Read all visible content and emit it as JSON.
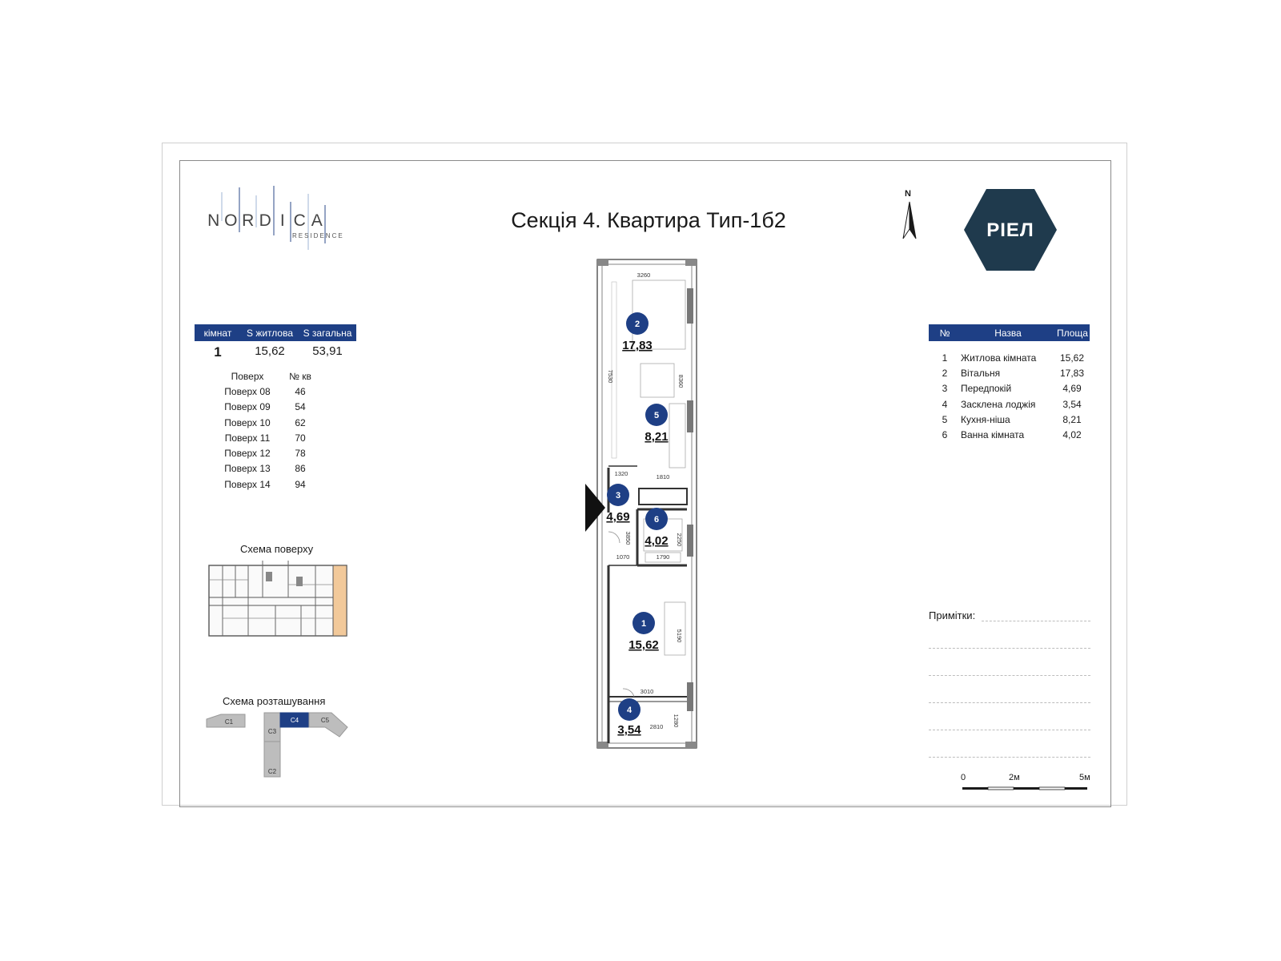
{
  "title": "Секція 4. Квартира Тип-1б2",
  "logo": {
    "letters": [
      "N",
      "O",
      "R",
      "D",
      "I",
      "C",
      "A"
    ],
    "subtitle": "RESIDENCE"
  },
  "compass": {
    "label": "N"
  },
  "developer": {
    "name": "РІЕЛ",
    "color": "#1f3a4d"
  },
  "summary": {
    "headers": [
      "кімнат",
      "S житлова",
      "S загальна"
    ],
    "values": [
      "1",
      "15,62",
      "53,91"
    ]
  },
  "floors": {
    "headers": [
      "Поверх",
      "№ кв"
    ],
    "rows": [
      [
        "Поверх 08",
        "46"
      ],
      [
        "Поверх 09",
        "54"
      ],
      [
        "Поверх 10",
        "62"
      ],
      [
        "Поверх 11",
        "70"
      ],
      [
        "Поверх 12",
        "78"
      ],
      [
        "Поверх 13",
        "86"
      ],
      [
        "Поверх 14",
        "94"
      ]
    ]
  },
  "floor_scheme": {
    "caption": "Схема поверху",
    "highlight_color": "#f2c99a"
  },
  "location_scheme": {
    "caption": "Схема розташування",
    "sections": [
      "С1",
      "С2",
      "С3",
      "С4",
      "С5"
    ],
    "active": "С4"
  },
  "rooms": {
    "headers": [
      "№",
      "Назва",
      "Площа"
    ],
    "rows": [
      [
        "1",
        "Житлова кімната",
        "15,62"
      ],
      [
        "2",
        "Вітальня",
        "17,83"
      ],
      [
        "3",
        "Передпокій",
        "4,69"
      ],
      [
        "4",
        "Засклена лоджія",
        "3,54"
      ],
      [
        "5",
        "Кухня-ніша",
        "8,21"
      ],
      [
        "6",
        "Ванна кімната",
        "4,02"
      ]
    ]
  },
  "notes": {
    "label": "Примітки:"
  },
  "scale": {
    "labels": [
      "0",
      "2м",
      "5м"
    ]
  },
  "plan": {
    "accent": "#1e3f85",
    "markers": [
      {
        "num": "2",
        "area": "17,83"
      },
      {
        "num": "5",
        "area": "8,21"
      },
      {
        "num": "3",
        "area": "4,69"
      },
      {
        "num": "6",
        "area": "4,02"
      },
      {
        "num": "1",
        "area": "15,62"
      },
      {
        "num": "4",
        "area": "3,54"
      }
    ],
    "dimensions": [
      "3260",
      "7530",
      "8360",
      "1320",
      "1810",
      "3850",
      "2250",
      "1070",
      "1790",
      "5190",
      "3010",
      "1280",
      "2810"
    ]
  }
}
